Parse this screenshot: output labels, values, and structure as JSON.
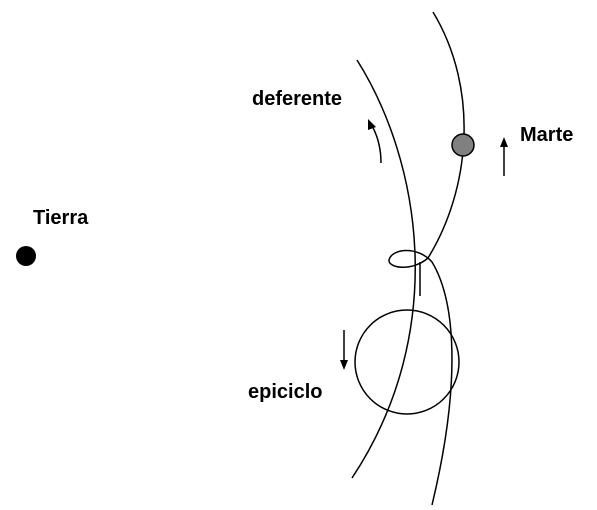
{
  "labels": {
    "earth": "Tierra",
    "mars": "Marte",
    "deferent": "deferente",
    "epicycle": "epiciclo"
  },
  "bodies": {
    "earth": {
      "color": "#000000"
    },
    "mars": {
      "color": "#808080",
      "outline": "#000000"
    }
  },
  "line_color": "#000000"
}
